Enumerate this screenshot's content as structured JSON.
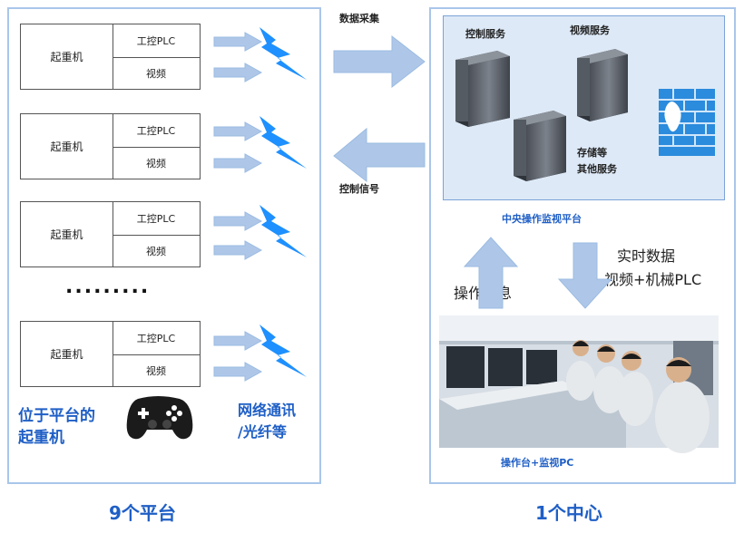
{
  "platforms": {
    "units": [
      {
        "name": "起重机",
        "plc": "工控PLC",
        "video": "视频"
      },
      {
        "name": "起重机",
        "plc": "工控PLC",
        "video": "视频"
      },
      {
        "name": "起重机",
        "plc": "工控PLC",
        "video": "视频"
      },
      {
        "name": "起重机",
        "plc": "工控PLC",
        "video": "视频"
      }
    ],
    "ellipsis": ".........",
    "crane_label": [
      "位于平台的",
      "起重机"
    ],
    "network_label": [
      "网络通讯",
      "/光纤等"
    ],
    "footer": "9个平台"
  },
  "links": {
    "data_collection": "数据采集",
    "control_signal": "控制信号"
  },
  "center": {
    "control_service": "控制服务",
    "video_service": "视频服务",
    "storage_service": [
      "存储等",
      "其他服务"
    ],
    "platform_title": "中央操作监视平台",
    "realtime_data": [
      "实时数据",
      "视频+机械PLC"
    ],
    "operation_info": "操作信息",
    "console_label": "操作台+监视PC",
    "footer": "1个中心"
  },
  "colors": {
    "accent_blue": "#1f5fc6",
    "panel_border": "#a9c6ea",
    "arrow_fill": "#aec7e8",
    "bolt": "#1e90ff"
  }
}
